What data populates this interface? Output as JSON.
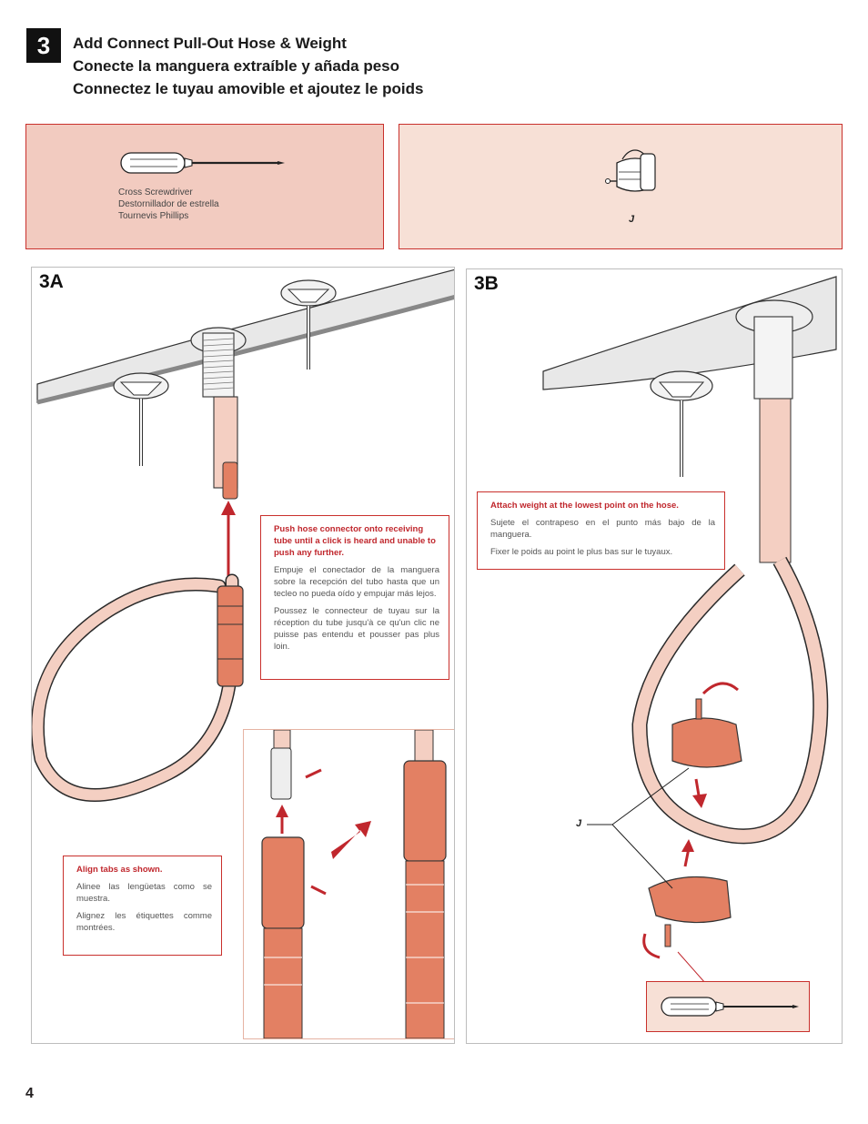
{
  "step": {
    "number": "3",
    "titles": [
      "Add Connect Pull-Out Hose & Weight",
      "Conecte la manguera extraíble y añada peso",
      "Connectez le tuyau amovible et ajoutez le poids"
    ]
  },
  "tools": {
    "screwdriver_labels": [
      "Cross Screwdriver",
      "Destornillador de estrella",
      "Tournevis Phillips"
    ],
    "part_letter": "J"
  },
  "panel_a": {
    "label": "3A",
    "callout_push": {
      "lead": "Push hose connector onto receiving tube until a click is heard and unable to push any further.",
      "es": "Empuje el conectador de la manguera sobre la recepción del tubo hasta que un tecleo no pueda oído y empujar más lejos.",
      "fr": "Poussez le connecteur de tuyau sur la réception du tube jusqu'à ce qu'un clic ne puisse pas entendu et pousser pas plus loin."
    },
    "callout_align": {
      "lead": "Align tabs as shown.",
      "es": "Alinee las lengüetas como se muestra.",
      "fr": "Alignez les étiquettes comme montrées."
    }
  },
  "panel_b": {
    "label": "3B",
    "callout_weight": {
      "lead": "Attach weight at the lowest point on the hose.",
      "es": "Sujete el contrapeso en el punto más bajo de la manguera.",
      "fr": "Fixer le poids au point le plus bas sur le tuyaux."
    },
    "part_letter": "J"
  },
  "colors": {
    "accent_red": "#c0272d",
    "hose": "#f4cfc2",
    "hose_outline": "#2a2a2a",
    "connector": "#e38063",
    "tool_box_left": "#f2cbc0",
    "tool_box_right": "#f7e0d6"
  },
  "page_number": "4"
}
